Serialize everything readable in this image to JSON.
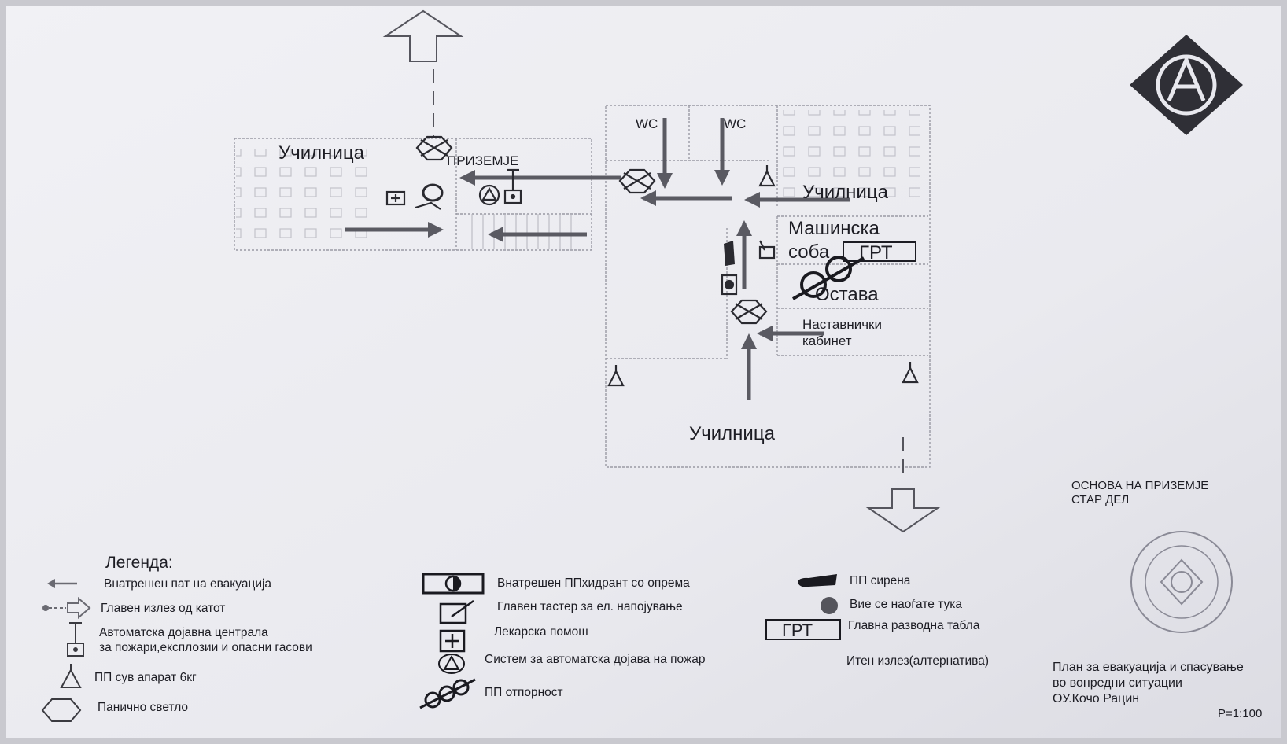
{
  "plan": {
    "rooms": {
      "classroom_top_left": "Училница",
      "ground_floor": "ПРИЗЕМЈЕ",
      "wc_left": "WC",
      "wc_right": "WC",
      "classroom_right": "Училница",
      "machine_room_line1": "Машинска",
      "machine_room_line2": "соба",
      "grt": "ГРТ",
      "ostava": "Остава",
      "teachers_line1": "Наставнички",
      "teachers_line2": "кабинет",
      "classroom_bottom": "Училница"
    },
    "title_line1": "ОСНОВА НА ПРИЗЕМЈЕ",
    "title_line2": "СТАР ДЕЛ"
  },
  "legend": {
    "title": "Легенда:",
    "items": {
      "inner_path": "Внатрешен пат на евакуација",
      "main_exit": "Главен излез од катот",
      "alarm_line1": "Автоматска дојавна централа",
      "alarm_line2": "за пожари,експлозии и опасни гасови",
      "extinguisher": "ПП сув апарат 6кг",
      "panic_light": "Панично светло",
      "hydrant": "Внатрешен ППхидрант со опрема",
      "power_switch": "Главен тастер за ел. напојување",
      "first_aid": "Лекарска помош",
      "fire_system": "Систем за автоматска дојава на пожар",
      "resistance": "ПП отпорност",
      "siren": "ПП сирена",
      "you_are_here": "Вие се наоѓате тука",
      "grt_box": "ГРТ",
      "main_board": "Главна разводна табла",
      "alt_exit": "Итен излез(алтернатива)"
    }
  },
  "footer": {
    "line1": "План за евакуација и спасување",
    "line2": "во вонредни ситуации",
    "line3": "ОУ.Кочо Рацин",
    "scale": "Р=1:100"
  }
}
